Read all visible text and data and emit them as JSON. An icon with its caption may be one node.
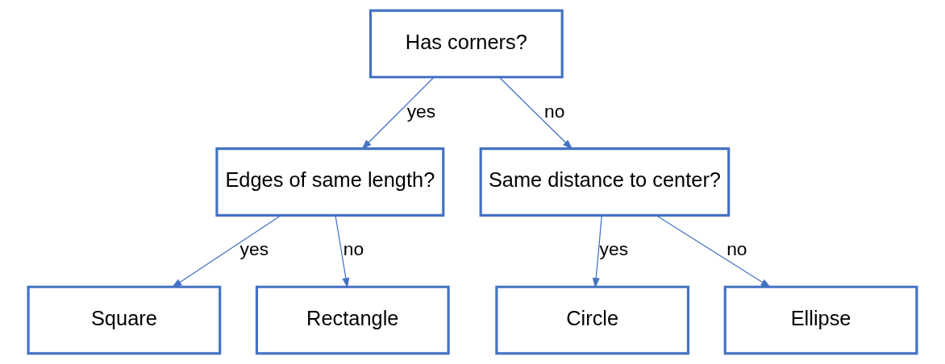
{
  "diagram": {
    "nodes": [
      {
        "text": [
          "Has corners?"
        ]
      },
      {
        "text": [
          "Edges of same length?"
        ]
      },
      {
        "text": [
          "Same distance to center?"
        ]
      },
      {
        "text": [
          "Square"
        ]
      },
      {
        "text": [
          "Rectangle"
        ]
      },
      {
        "text": [
          "Circle"
        ]
      },
      {
        "text": [
          "Ellipse"
        ]
      }
    ],
    "edges": [
      {
        "from": 0,
        "to": 1,
        "arrow": "to",
        "label": "yes"
      },
      {
        "from": 0,
        "to": 2,
        "arrow": "to",
        "label": "no"
      },
      {
        "from": 1,
        "to": 3,
        "arrow": "to",
        "label": "yes"
      },
      {
        "from": 1,
        "to": 4,
        "arrow": "to",
        "label": "no"
      },
      {
        "from": 2,
        "to": 5,
        "arrow": "to",
        "label": "yes"
      },
      {
        "from": 2,
        "to": 6,
        "arrow": "to",
        "label": "no"
      }
    ]
  }
}
